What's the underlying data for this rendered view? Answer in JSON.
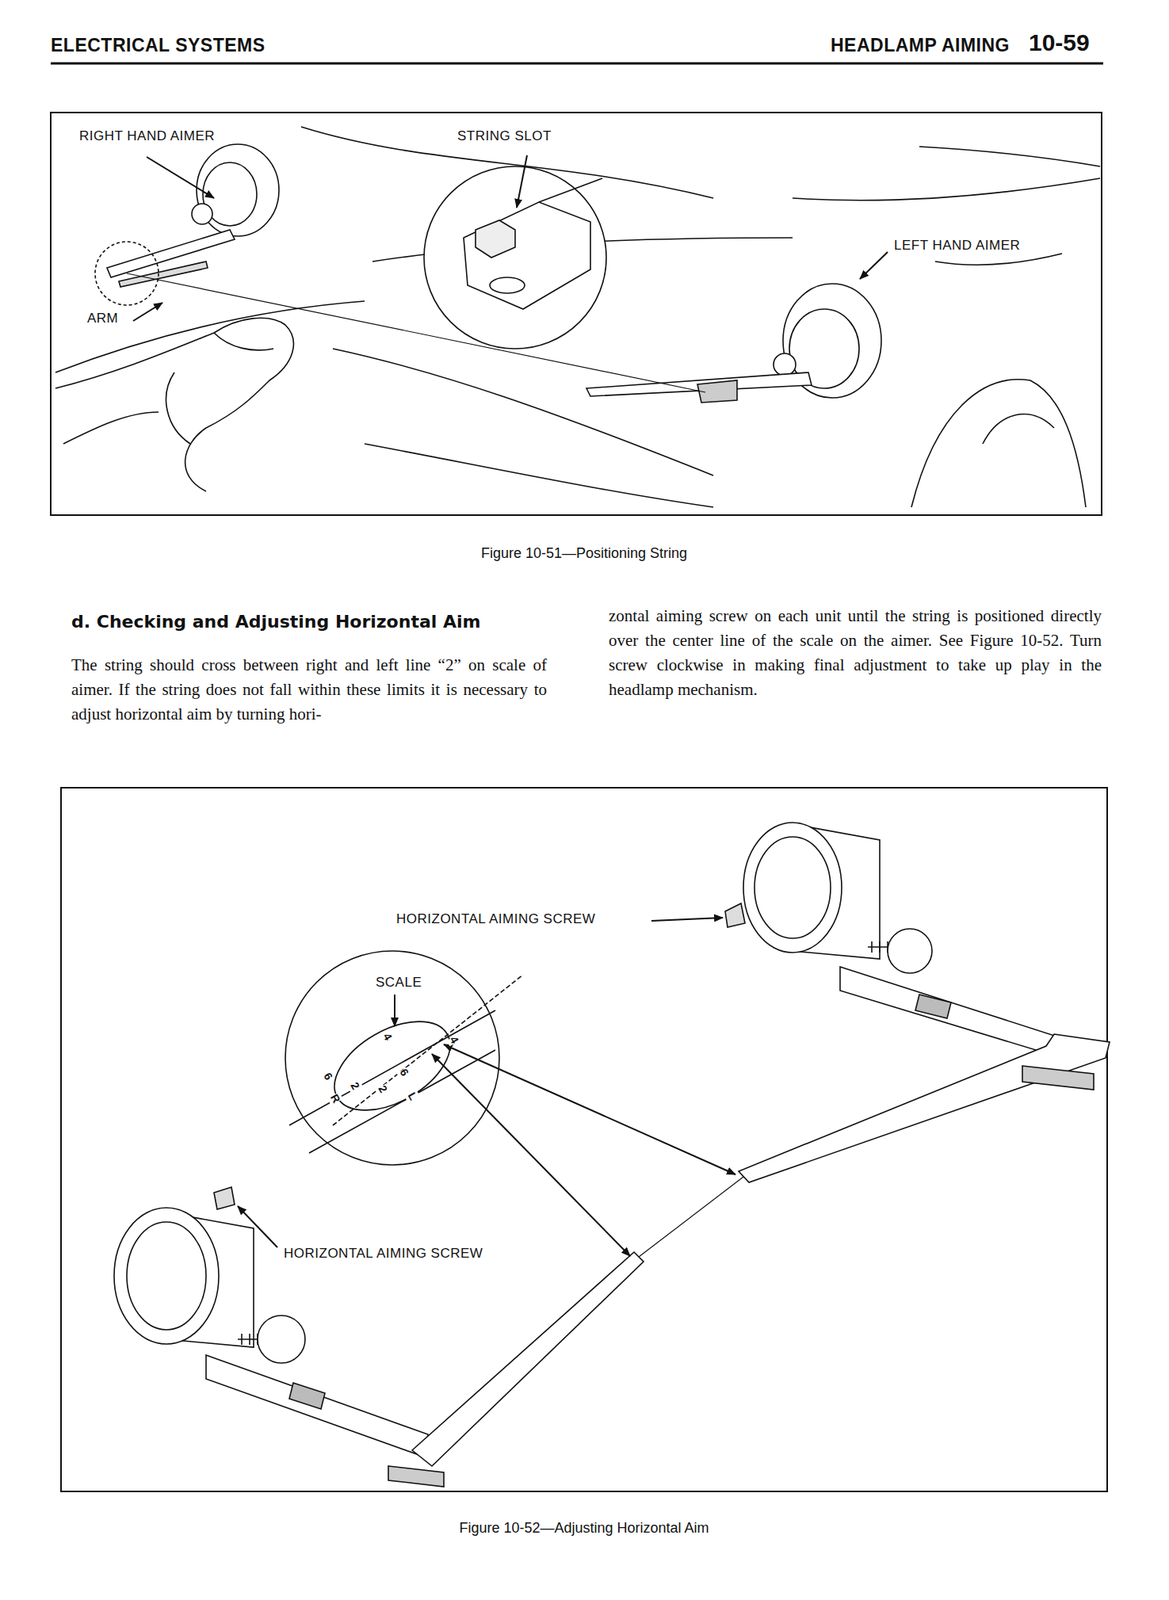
{
  "diagram": {
    "labels": [
      "ELECTRICAL SYSTEMS",
      "HEADLAMP AIMING",
      "10-59",
      "RIGHT HAND AIMER",
      "STRING SLOT",
      "LEFT HAND AIMER",
      "ARM",
      "Figure 10-51—Positioning String",
      "d. Checking and Adjusting Horizontal Aim",
      "The string should cross between right and left line “2” on scale of aimer. If the string does not fall within these limits it is necessary to adjust horizontal aim by turning hori-",
      "zontal aiming screw on each unit until the string is positioned directly over the center line of the scale on the aimer. See Figure 10-52. Turn screw clockwise in making final adjustment to take up play in the headlamp mechanism.",
      "HORIZONTAL AIMING SCREW",
      "SCALE",
      "4",
      "6",
      "R",
      "2",
      "2",
      "6",
      "L",
      "4",
      "HORIZONTAL AIMING SCREW",
      "Figure 10-52—Adjusting Horizontal Aim"
    ]
  }
}
